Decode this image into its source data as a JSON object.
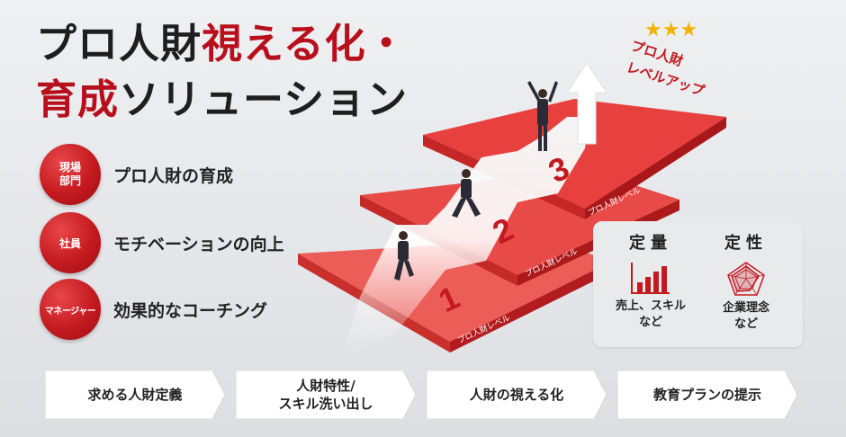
{
  "title": {
    "line1_black": "プロ人財",
    "line1_red": "視える化・",
    "line2_red": "育成",
    "line2_black": "ソリューション"
  },
  "bullets": [
    {
      "badge_lines": [
        "現場",
        "部門"
      ],
      "label": "プロ人財の育成"
    },
    {
      "badge_lines": [
        "社員"
      ],
      "label": "モチベーションの向上"
    },
    {
      "badge_lines": [
        "マネージャー"
      ],
      "label": "効果的なコーチング"
    }
  ],
  "stairs": {
    "steps": [
      {
        "number": "1",
        "label": "プロ人財レベル"
      },
      {
        "number": "2",
        "label": "プロ人財レベル"
      },
      {
        "number": "3",
        "label": "プロ人財レベル"
      }
    ],
    "levelup_line1": "プロ人財",
    "levelup_line2": "レベルアップ",
    "stars": "★★★"
  },
  "qualities": [
    {
      "heading": "定量",
      "sub_line1": "売上、スキル",
      "sub_line2": "など",
      "icon": "bar-chart-icon"
    },
    {
      "heading": "定性",
      "sub_line1": "企業理念",
      "sub_line2": "など",
      "icon": "radar-chart-icon"
    }
  ],
  "flow": [
    {
      "line1": "求める人財定義",
      "line2": ""
    },
    {
      "line1": "人財特性/",
      "line2": "スキル洗い出し"
    },
    {
      "line1": "人財の視える化",
      "line2": ""
    },
    {
      "line1": "教育プランの提示",
      "line2": ""
    }
  ],
  "colors": {
    "accent": "#c41a1f",
    "step_top": "#e84a47",
    "step_side": "#b81d1f",
    "path": "#f4f4f4"
  }
}
